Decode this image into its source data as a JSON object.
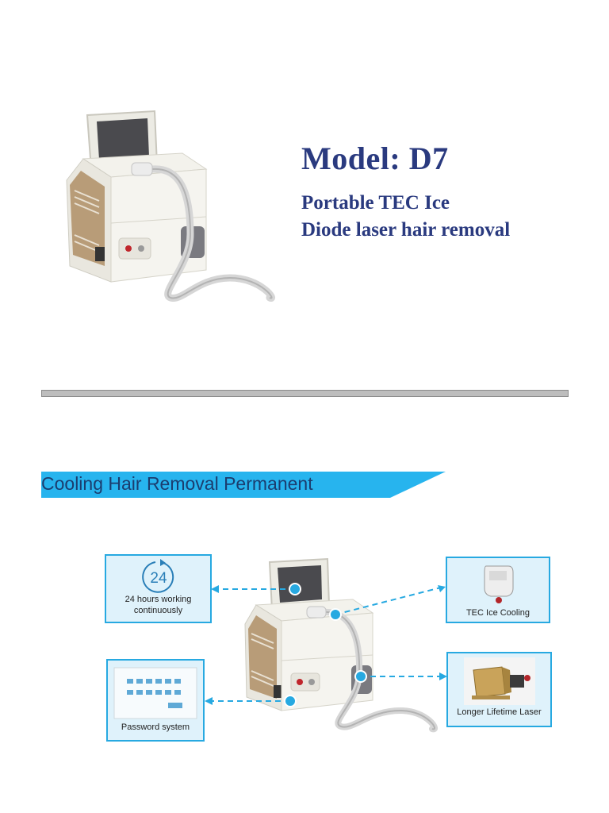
{
  "header": {
    "model": "Model: D7",
    "subtitle_line1": "Portable TEC Ice",
    "subtitle_line2": "Diode laser hair removal"
  },
  "banner": {
    "text": "Cooling Hair Removal Permanent",
    "color": "#27b4ee"
  },
  "features": {
    "working": {
      "number": "24",
      "label": "24 hours working continuously"
    },
    "password": {
      "label": "Password system"
    },
    "tec": {
      "label": "TEC Ice Cooling"
    },
    "laser": {
      "label": "Longer Lifetime Laser"
    }
  },
  "icons": [
    "clock-24-icon",
    "keypad-screen-icon",
    "tec-handle-icon",
    "laser-module-icon"
  ],
  "colors": {
    "title": "#2a3a7f",
    "accent": "#27a9e1",
    "box_bg": "#dff2fb"
  }
}
